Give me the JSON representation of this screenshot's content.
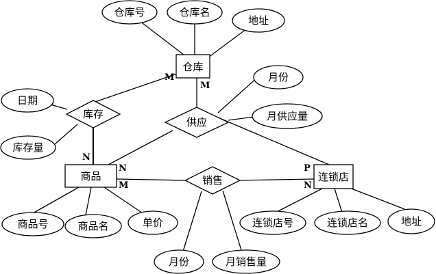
{
  "entities": {
    "warehouse": "仓库",
    "product": "商品",
    "chain_store": "连锁店"
  },
  "relationships": {
    "inventory": "库存",
    "supply": "供应",
    "sales": "销售"
  },
  "attributes": {
    "warehouse_no": "仓库号",
    "warehouse_name": "仓库名",
    "warehouse_address": "地址",
    "inventory_date": "日期",
    "inventory_qty": "库存量",
    "supply_month": "月份",
    "supply_qty": "月供应量",
    "product_no": "商品号",
    "product_name": "商品名",
    "unit_price": "单价",
    "sales_month": "月份",
    "sales_qty": "月销售量",
    "store_no": "连锁店号",
    "store_name": "连锁店名",
    "store_address": "地址"
  },
  "cardinalities": {
    "warehouse_inventory": "M",
    "warehouse_supply": "M",
    "product_inventory": "N",
    "product_supply": "N",
    "product_sales": "M",
    "store_supply": "P",
    "store_sales": "N"
  }
}
